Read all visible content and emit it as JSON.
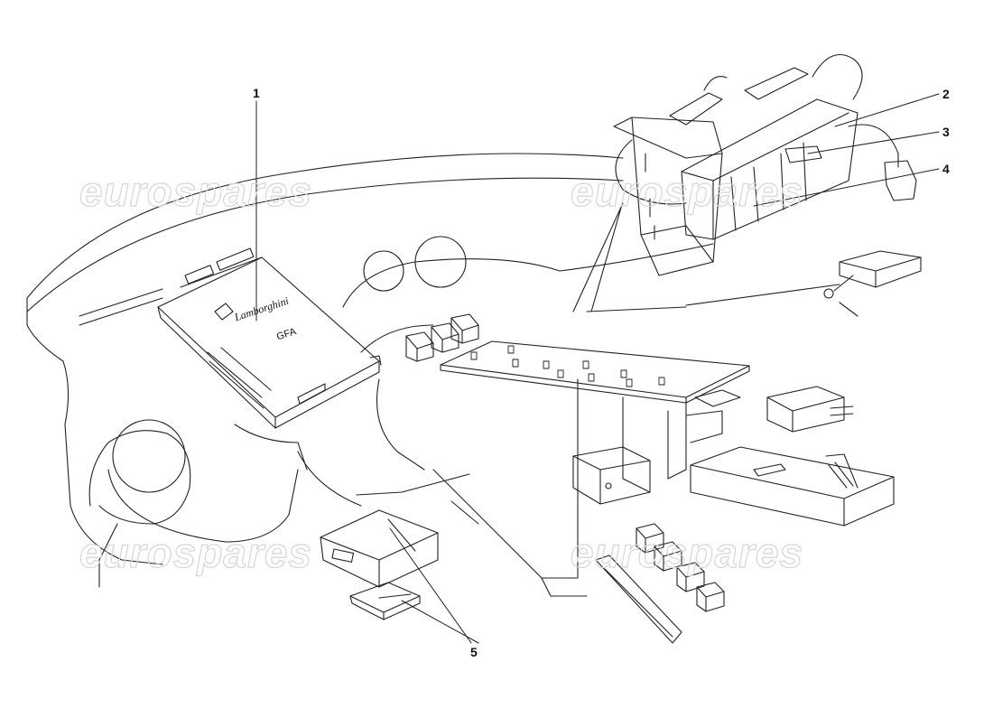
{
  "diagram": {
    "callouts": [
      {
        "label": "1"
      },
      {
        "label": "2"
      },
      {
        "label": "3"
      },
      {
        "label": "4"
      },
      {
        "label": "5"
      }
    ],
    "watermark": "eurospares",
    "module_1": {
      "brand": "Lamborghini",
      "code": "GFA"
    }
  },
  "colors": {
    "line": "#222222",
    "watermark_outline": "#d6d6d6",
    "background": "#ffffff"
  }
}
